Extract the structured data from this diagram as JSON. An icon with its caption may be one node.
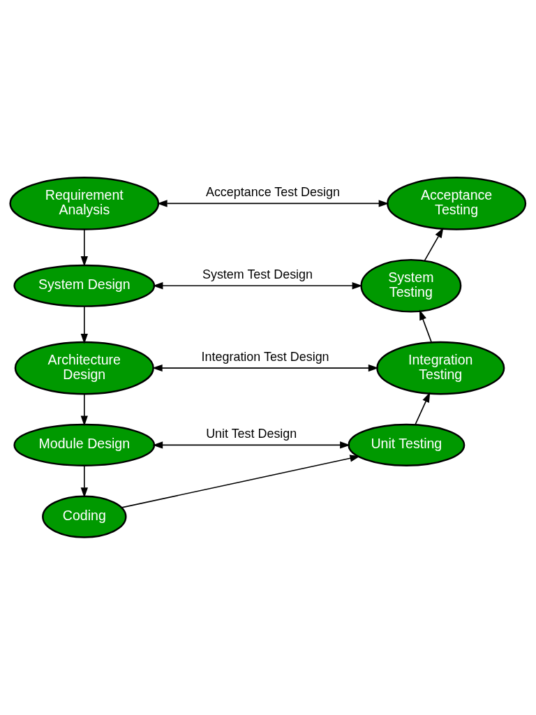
{
  "diagram": {
    "nodes": [
      {
        "text": [
          "Requirement Analysis"
        ]
      },
      {
        "text": [
          "System Design"
        ]
      },
      {
        "text": [
          "Architecture Design"
        ]
      },
      {
        "text": [
          "Module Design"
        ]
      },
      {
        "text": [
          "Coding"
        ]
      },
      {
        "text": [
          "Unit Testing"
        ]
      },
      {
        "text": [
          "Integration Testing"
        ]
      },
      {
        "text": [
          "System Testing"
        ]
      },
      {
        "text": [
          "Acceptance Testing"
        ]
      }
    ],
    "edges": [
      {
        "from": 0,
        "to": 1,
        "arrow": "to"
      },
      {
        "from": 1,
        "to": 2,
        "arrow": "to"
      },
      {
        "from": 2,
        "to": 3,
        "arrow": "to"
      },
      {
        "from": 3,
        "to": 4,
        "arrow": "to"
      },
      {
        "from": 4,
        "to": 5,
        "arrow": "to"
      },
      {
        "from": 5,
        "to": 6,
        "arrow": "to"
      },
      {
        "from": 6,
        "to": 7,
        "arrow": "to"
      },
      {
        "from": 7,
        "to": 8,
        "arrow": "to"
      },
      {
        "from": 0,
        "to": 8,
        "arrow": "both",
        "label": "Acceptance Test Design"
      },
      {
        "from": 1,
        "to": 7,
        "arrow": "both",
        "label": "System Test Design"
      },
      {
        "from": 2,
        "to": 6,
        "arrow": "both",
        "label": "Integration Test Design"
      },
      {
        "from": 3,
        "to": 5,
        "arrow": "both",
        "label": "Unit Test Design"
      }
    ]
  }
}
